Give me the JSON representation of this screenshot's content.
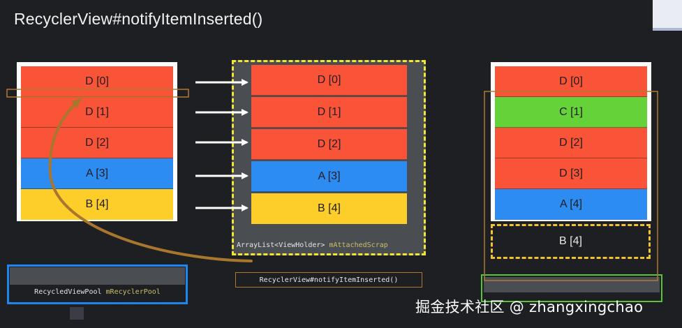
{
  "title": "RecyclerView#notifyItemInserted()",
  "left_items": [
    {
      "label": "D [0]",
      "color": "red"
    },
    {
      "label": "D [1]",
      "color": "red"
    },
    {
      "label": "D [2]",
      "color": "red"
    },
    {
      "label": "A [3]",
      "color": "blue"
    },
    {
      "label": "B [4]",
      "color": "yellow"
    }
  ],
  "scrap_items": [
    {
      "label": "D [0]",
      "color": "red"
    },
    {
      "label": "D [1]",
      "color": "red"
    },
    {
      "label": "D [2]",
      "color": "red"
    },
    {
      "label": "A [3]",
      "color": "blue"
    },
    {
      "label": "B [4]",
      "color": "yellow"
    }
  ],
  "scrap_label": {
    "type": "ArrayList<ViewHolder>",
    "name": "mAttachedScrap"
  },
  "right_items": [
    {
      "label": "D [0]",
      "color": "red"
    },
    {
      "label": "C [1]",
      "color": "green"
    },
    {
      "label": "D [2]",
      "color": "red"
    },
    {
      "label": "D [3]",
      "color": "red"
    },
    {
      "label": "A [4]",
      "color": "blue"
    }
  ],
  "right_dashed_item": "B [4]",
  "pool_label": {
    "type": "RecycledViewPool",
    "name": "mRecyclerPool"
  },
  "call_label": "RecyclerView#notifyItemInserted()",
  "watermark": "掘金技术社区 @ zhangxingchao",
  "colors": {
    "red": "#fa5438",
    "blue": "#2d8cf2",
    "yellow": "#fdcd2a",
    "green": "#66d23a",
    "scrap_border": "#f3e633",
    "pool_border": "#1f86f0",
    "dashed_border": "#f2c230",
    "arrow": "#b07a30"
  }
}
